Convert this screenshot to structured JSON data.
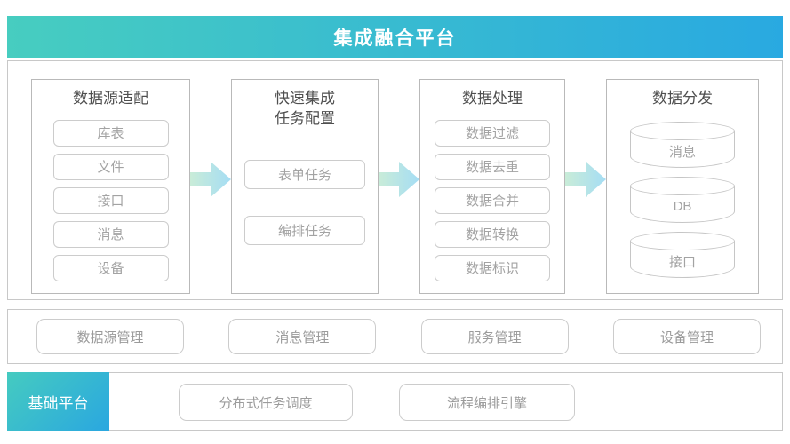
{
  "header": {
    "title": "集成融合平台"
  },
  "colors": {
    "banner_gradient_from": "#47cdc0",
    "banner_gradient_to": "#29a9e1",
    "arrow_gradient_from": "#c9ecd8",
    "arrow_gradient_to": "#a5ddf4",
    "panel_border": "#c8c8c8",
    "node_border": "#cccccc",
    "node_text": "#a3a3a3",
    "title_text": "#4f4f4f"
  },
  "pipeline": {
    "columns": [
      {
        "title_lines": [
          "数据源适配"
        ],
        "items": [
          "库表",
          "文件",
          "接口",
          "消息",
          "设备"
        ]
      },
      {
        "title_lines": [
          "快速集成",
          "任务配置"
        ],
        "items": [
          "表单任务",
          "编排任务"
        ]
      },
      {
        "title_lines": [
          "数据处理"
        ],
        "items": [
          "数据过滤",
          "数据去重",
          "数据合并",
          "数据转换",
          "数据标识"
        ]
      },
      {
        "title_lines": [
          "数据分发"
        ],
        "items": [
          "消息",
          "DB",
          "接口"
        ],
        "item_shape": "cylinder"
      }
    ]
  },
  "management": {
    "buttons": [
      "数据源管理",
      "消息管理",
      "服务管理",
      "设备管理"
    ]
  },
  "base_platform": {
    "label": "基础平台",
    "buttons": [
      "分布式任务调度",
      "流程编排引擎"
    ]
  }
}
